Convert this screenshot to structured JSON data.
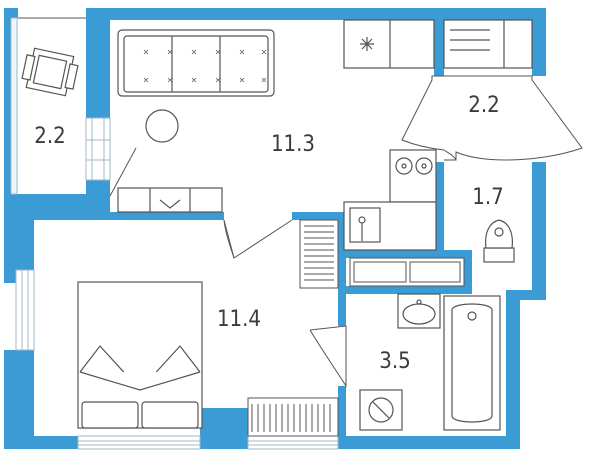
{
  "colors": {
    "wall": "#3a9bd5",
    "line": "#555555",
    "window": "#cfe8f4",
    "floor": "#ffffff"
  },
  "rooms": {
    "balcony": {
      "area": "2.2"
    },
    "living_kitchen": {
      "area": "11.3"
    },
    "hall": {
      "area": "2.2"
    },
    "toilet": {
      "area": "1.7"
    },
    "bedroom": {
      "area": "11.4"
    },
    "bathroom": {
      "area": "3.5"
    }
  }
}
